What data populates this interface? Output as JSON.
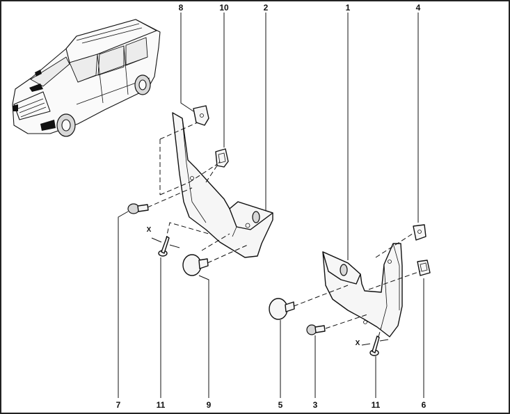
{
  "callouts": {
    "c8": "8",
    "c10": "10",
    "c2": "2",
    "c1": "1",
    "c4": "4",
    "c7": "7",
    "c11a": "11",
    "c9": "9",
    "c5": "5",
    "c3": "3",
    "c11b": "11",
    "c6": "6"
  },
  "x_marks": {
    "left": "X",
    "right": "X"
  }
}
